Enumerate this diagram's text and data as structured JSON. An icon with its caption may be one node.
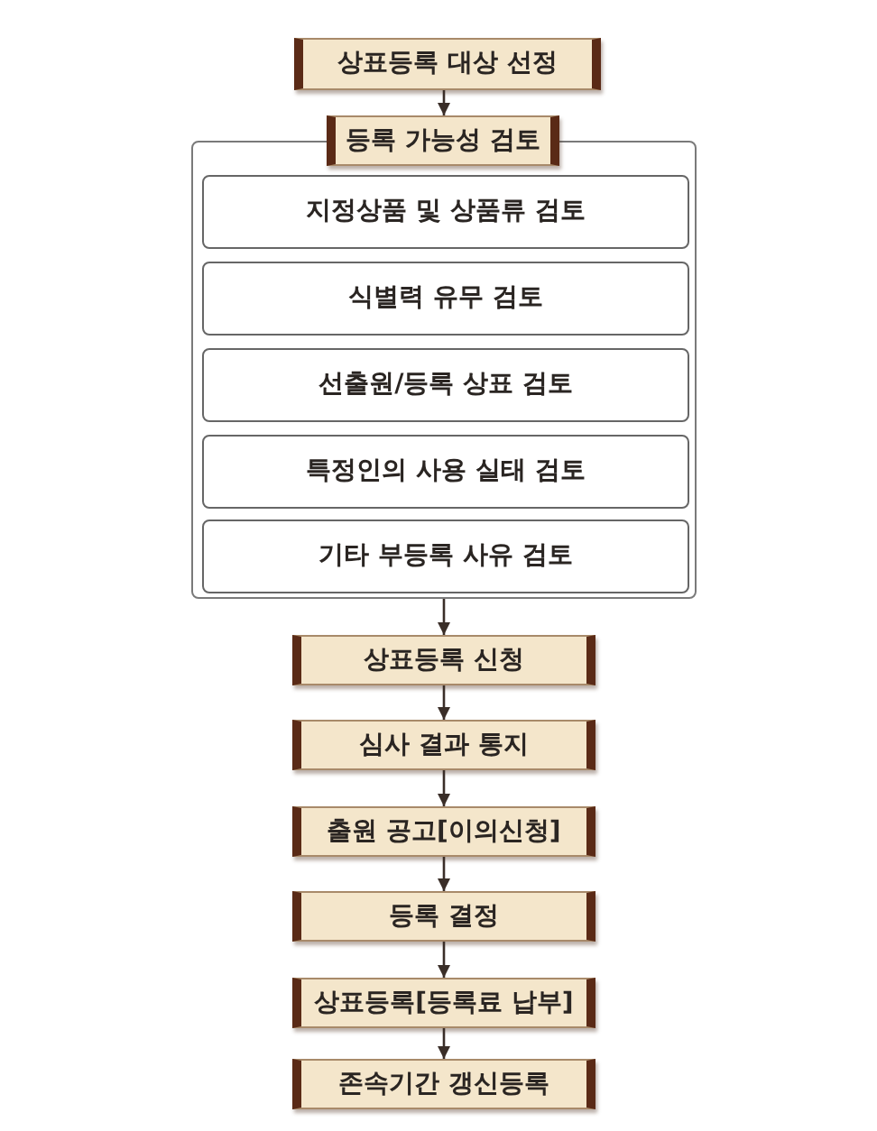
{
  "diagram": {
    "nodes": [
      {
        "text": [
          "상표등록 대상 선정"
        ]
      },
      {
        "text": [
          "등록 가능성 검토"
        ]
      },
      {
        "text": [
          "지정상품 및 상품류 검토"
        ],
        "in": 1
      },
      {
        "text": [
          "식별력 유무 검토"
        ],
        "in": 1
      },
      {
        "text": [
          "선출원/등록 상표 검토"
        ],
        "in": 1
      },
      {
        "text": [
          "특정인의 사용 실태 검토"
        ],
        "in": 1
      },
      {
        "text": [
          "기타 부등록 사유 검토"
        ],
        "in": 1
      },
      {
        "text": [
          "상표등록 신청"
        ]
      },
      {
        "text": [
          "심사 결과 통지"
        ]
      },
      {
        "text": [
          "출원 공고[이의신청]"
        ]
      },
      {
        "text": [
          "등록 결정"
        ]
      },
      {
        "text": [
          "상표등록[등록료 납부]"
        ]
      },
      {
        "text": [
          "존속기간 갱신등록"
        ]
      }
    ],
    "edges": [
      {
        "from": 0,
        "to": 1,
        "arrow": "to"
      },
      {
        "from": 1,
        "to": 7,
        "arrow": "to"
      },
      {
        "from": 7,
        "to": 8,
        "arrow": "to"
      },
      {
        "from": 8,
        "to": 9,
        "arrow": "to"
      },
      {
        "from": 9,
        "to": 10,
        "arrow": "to"
      },
      {
        "from": 10,
        "to": 11,
        "arrow": "to"
      },
      {
        "from": 11,
        "to": 12,
        "arrow": "to"
      }
    ]
  }
}
